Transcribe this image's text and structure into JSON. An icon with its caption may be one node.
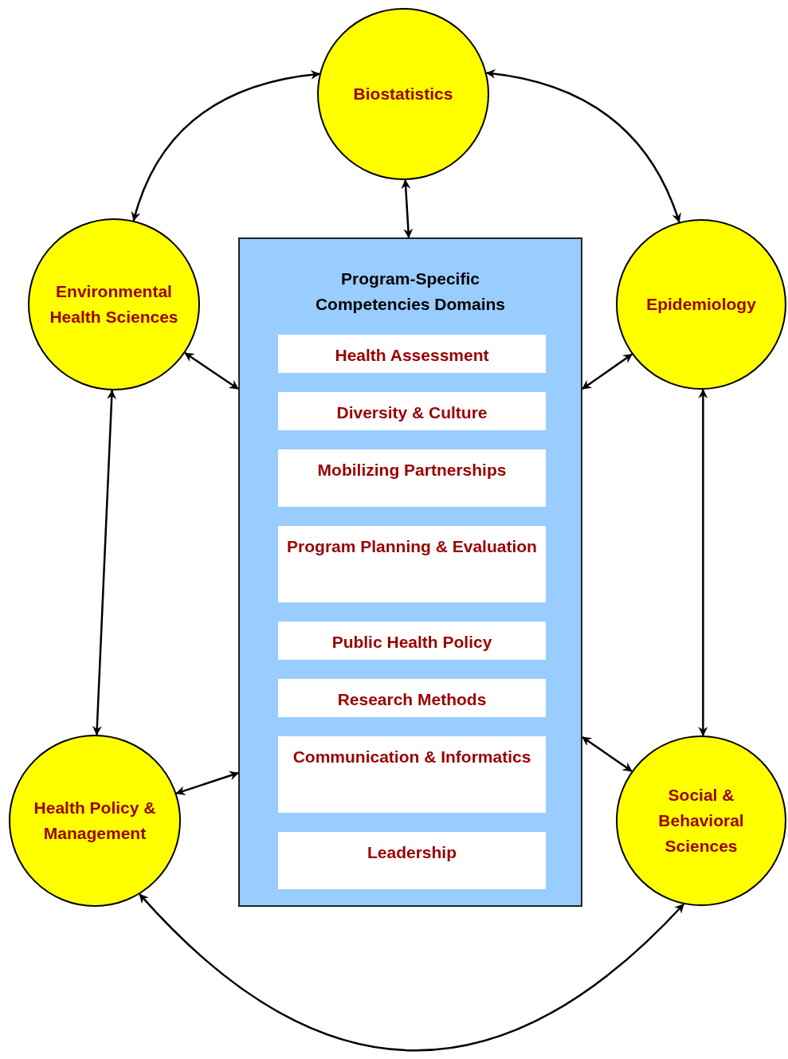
{
  "diagram": {
    "nodes": [
      {
        "text": [
          "Biostatistics"
        ]
      },
      {
        "text": [
          "Environmental Health Sciences"
        ]
      },
      {
        "text": [
          "Epidemiology"
        ]
      },
      {
        "text": [
          "Program-Specific Competencies Domains"
        ]
      },
      {
        "text": [
          "Health Assessment"
        ],
        "in": 3
      },
      {
        "text": [
          "Diversity & Culture"
        ],
        "in": 3
      },
      {
        "text": [
          "Mobilizing Partnerships"
        ],
        "in": 3
      },
      {
        "text": [
          "Program Planning & Evaluation"
        ],
        "in": 3
      },
      {
        "text": [
          "Public Health Policy"
        ],
        "in": 3
      },
      {
        "text": [
          "Research Methods"
        ],
        "in": 3
      },
      {
        "text": [
          "Communication & Informatics"
        ],
        "in": 3
      },
      {
        "text": [
          "Leadership"
        ],
        "in": 3
      },
      {
        "text": [
          "Health Policy & Management"
        ]
      },
      {
        "text": [
          "Social & Behavioral Sciences"
        ]
      }
    ],
    "edges": [
      {
        "from": 0,
        "to": 1,
        "arrow": "both"
      },
      {
        "from": 0,
        "to": 2,
        "arrow": "both"
      },
      {
        "from": 0,
        "to": 3,
        "arrow": "both"
      },
      {
        "from": 1,
        "to": 3,
        "arrow": "both"
      },
      {
        "from": 2,
        "to": 3,
        "arrow": "both"
      },
      {
        "from": 1,
        "to": 12,
        "arrow": "both"
      },
      {
        "from": 2,
        "to": 13,
        "arrow": "both"
      },
      {
        "from": 12,
        "to": 3,
        "arrow": "both"
      },
      {
        "from": 13,
        "to": 3,
        "arrow": "both"
      },
      {
        "from": 12,
        "to": 13,
        "arrow": "both"
      }
    ]
  }
}
